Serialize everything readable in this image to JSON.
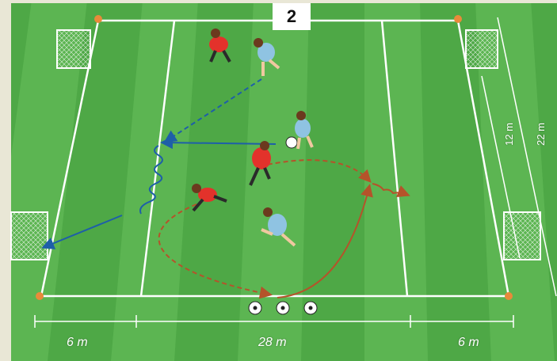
{
  "figure": {
    "number": "2"
  },
  "dimensions": {
    "left_zone": "6 m",
    "middle_zone": "28 m",
    "right_zone": "6 m",
    "goal_zone_width": "12 m",
    "field_width": "22 m"
  },
  "icons": [
    "goal-icon",
    "cone-icon",
    "ball-icon",
    "player-icon"
  ],
  "colors": {
    "grass_light": "#55b04a",
    "grass_dark": "#3f9a3b",
    "lines": "#ffffff",
    "team_red": "#e3322b",
    "team_blue": "#8fc3e2",
    "pass_arrow": "#1e5fa8",
    "run_arrow": "#b5532a"
  }
}
